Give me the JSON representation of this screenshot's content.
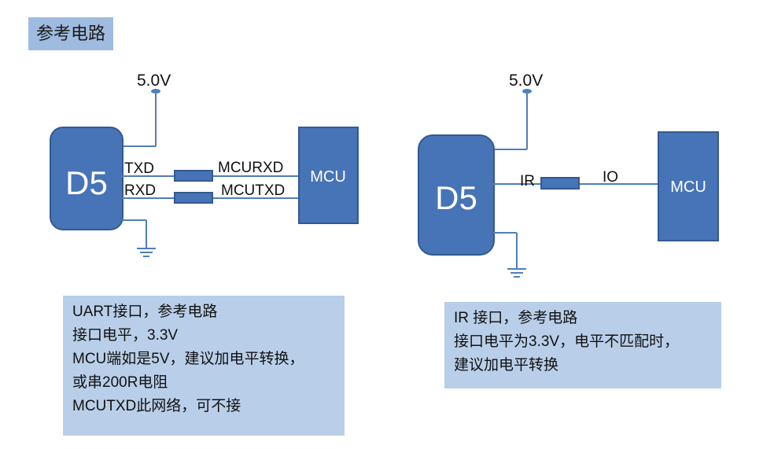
{
  "section_title": "参考电路",
  "left_circuit": {
    "supply": "5.0V",
    "chip": "D5",
    "pin_tx": "TXD",
    "pin_rx": "RXD",
    "net_1": "MCURXD",
    "net_2": "MCUTXD",
    "mcu": "MCU"
  },
  "right_circuit": {
    "supply": "5.0V",
    "chip": "D5",
    "pin_ir": "IR",
    "pin_io": "IO",
    "mcu": "MCU"
  },
  "notes_left": [
    "UART接口，参考电路",
    "接口电平，3.3V",
    "MCU端如是5V，建议加电平转换，",
    "或串200R电阻",
    "MCUTXD此网络，可不接"
  ],
  "notes_right": [
    "IR 接口，参考电路",
    "接口电平为3.3V，电平不匹配时，",
    "建议加电平转换"
  ],
  "colors": {
    "chip_fill": "#4774b7",
    "wire": "#4f7ebc",
    "note_bg": "#b9cfe9",
    "tag_bg": "#9fbbe0"
  }
}
